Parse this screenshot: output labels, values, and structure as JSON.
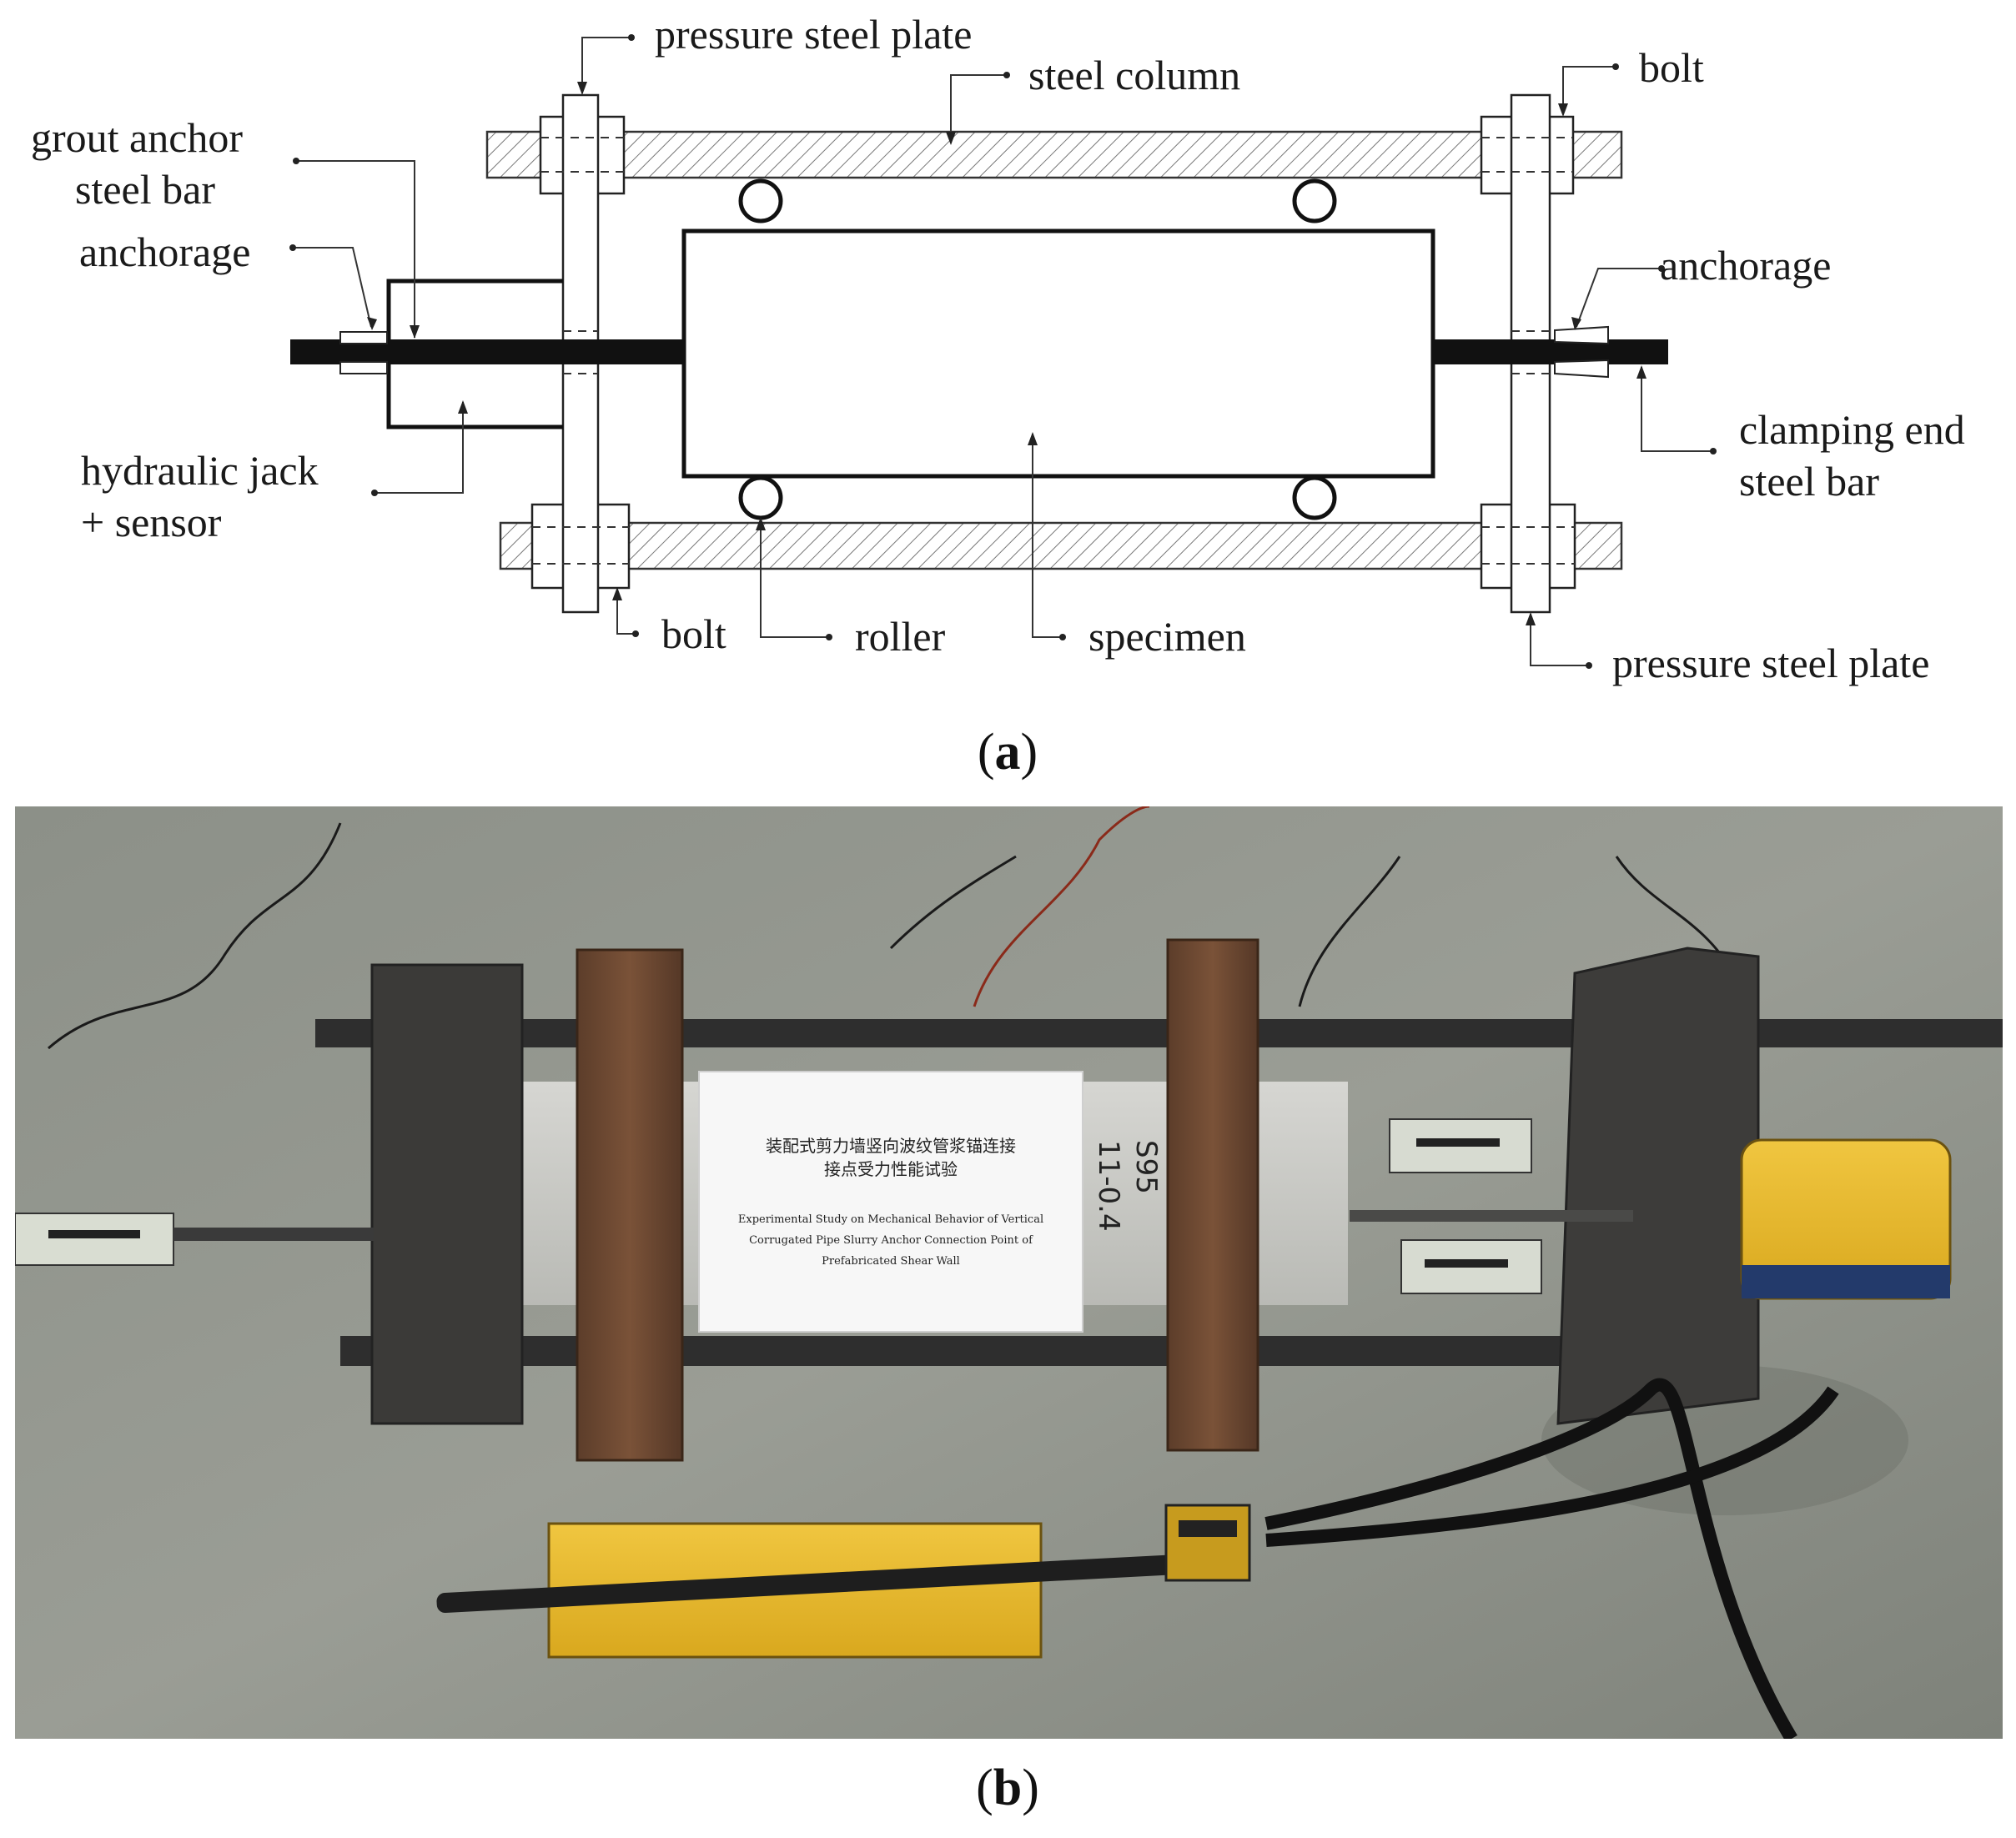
{
  "diagram": {
    "labels": {
      "pressure_plate_top": "pressure steel plate",
      "steel_column": "steel column",
      "bolt_top": "bolt",
      "grout_line1": "grout anchor",
      "grout_line2": "steel bar",
      "anchorage_left": "anchorage",
      "anchorage_right": "anchorage",
      "clamping_line1": "clamping end",
      "clamping_line2": "steel bar",
      "jack_line1": "hydraulic jack",
      "jack_line2": "+ sensor",
      "bolt_bottom": "bolt",
      "roller": "roller",
      "specimen": "specimen",
      "pressure_plate_bottom": "pressure steel plate"
    },
    "caption": {
      "open": "(",
      "letter": "a",
      "close": ")"
    }
  },
  "photo": {
    "sign": {
      "cn_line1": "装配式剪力墙竖向波纹管浆锚连接",
      "cn_line2": "接点受力性能试验",
      "en_line1": "Experimental Study on Mechanical Behavior of Vertical",
      "en_line2": "Corrugated Pipe Slurry Anchor Connection Point of",
      "en_line3": "Prefabricated Shear Wall"
    },
    "specimen_marking_1": "S95",
    "specimen_marking_2": "11-0.4",
    "caption": {
      "open": "(",
      "letter": "b",
      "close": ")"
    }
  }
}
